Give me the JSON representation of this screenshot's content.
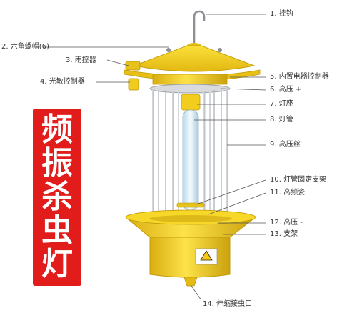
{
  "title_chars": [
    "频",
    "振",
    "杀",
    "虫",
    "灯"
  ],
  "parts": [
    "1. 挂钩",
    "2. 六角螺帽(6)",
    "3. 雨控器",
    "4. 光敏控制器",
    "5. 内置电器控制器",
    "6. 高压 +",
    "7. 灯座",
    "8. 灯管",
    "9. 高压丝",
    "10. 灯管固定支架",
    "11. 高频瓷",
    "12. 高压 -",
    "13. 支架",
    "14. 伸缩接虫口"
  ],
  "colors": {
    "body_yellow": "#f5d21e",
    "body_shadow": "#d9b214",
    "title_red": "#e21b1b",
    "wire_silver": "#c9ccd1",
    "lamp_tube": "#e8f4fb"
  }
}
